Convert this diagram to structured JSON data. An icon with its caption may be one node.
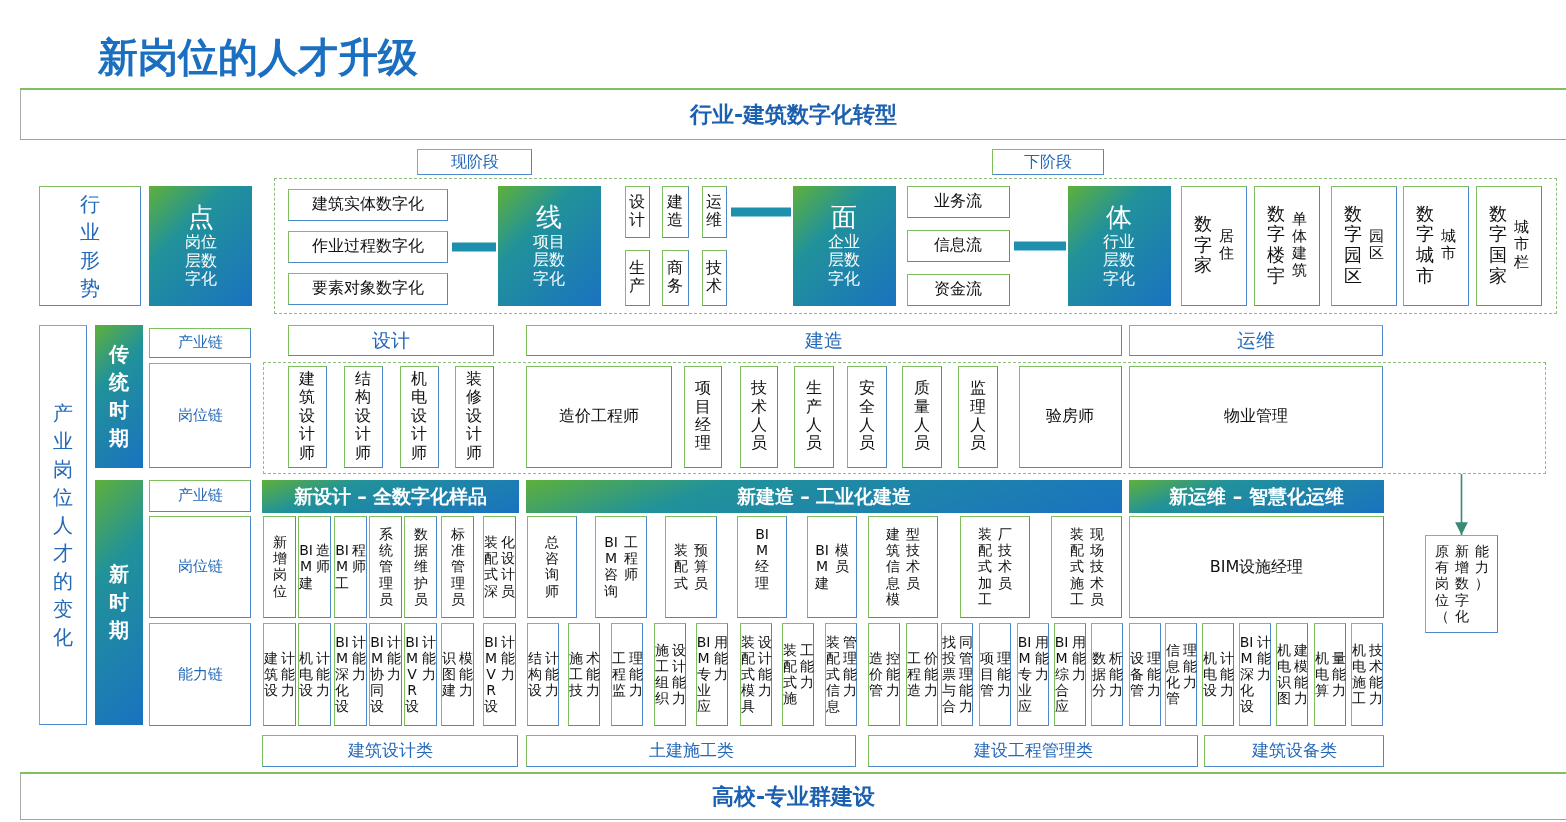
{
  "diagram": {
    "title": "新岗位的人才升级",
    "nodes": [
      {
        "text": [
          "行业-建筑数字化转型"
        ]
      },
      {
        "text": [
          "现阶段"
        ]
      },
      {
        "text": [
          "下阶段"
        ]
      },
      {
        "text": [
          "行业形势"
        ]
      },
      {
        "text": [
          "点",
          "岗位层数字化"
        ]
      },
      {
        "text": [],
        "shape": "box"
      },
      {
        "text": [
          "建筑实体数字化"
        ],
        "in": 5
      },
      {
        "text": [
          "作业过程数字化"
        ],
        "in": 5
      },
      {
        "text": [
          "要素对象数字化"
        ],
        "in": 5
      },
      {
        "text": [
          "线",
          "项目层数字化"
        ],
        "in": 5
      },
      {
        "text": [
          "设计"
        ],
        "in": 5
      },
      {
        "text": [
          "建造"
        ],
        "in": 5
      },
      {
        "text": [
          "运维"
        ],
        "in": 5
      },
      {
        "text": [
          "生产"
        ],
        "in": 5
      },
      {
        "text": [
          "商务"
        ],
        "in": 5
      },
      {
        "text": [
          "技术"
        ],
        "in": 5
      },
      {
        "text": [
          "面",
          "企业层数字化"
        ],
        "in": 5
      },
      {
        "text": [
          "业务流"
        ],
        "in": 5
      },
      {
        "text": [
          "信息流"
        ],
        "in": 5
      },
      {
        "text": [
          "资金流"
        ],
        "in": 5
      },
      {
        "text": [
          "体",
          "行业层数字化"
        ],
        "in": 5
      },
      {
        "text": [
          "数字家",
          "居住"
        ],
        "in": 5
      },
      {
        "text": [
          "数字楼宇",
          "单体建筑"
        ],
        "in": 5
      },
      {
        "text": [
          "数字园区",
          "园区"
        ],
        "in": 5
      },
      {
        "text": [
          "数字城市",
          "城市"
        ],
        "in": 5
      },
      {
        "text": [
          "数字国家",
          "城市栏"
        ],
        "in": 5
      },
      {
        "text": [
          "产业岗位人才的变化"
        ]
      },
      {
        "text": [
          "传统时期"
        ]
      },
      {
        "text": [
          "产业链"
        ]
      },
      {
        "text": [
          "岗位链"
        ]
      },
      {
        "text": [
          "设计"
        ]
      },
      {
        "text": [
          "建造"
        ]
      },
      {
        "text": [
          "运维"
        ]
      },
      {
        "text": [],
        "shape": "box"
      },
      {
        "text": [
          "建筑设计师"
        ],
        "in": 33
      },
      {
        "text": [
          "结构设计师"
        ],
        "in": 33
      },
      {
        "text": [
          "机电设计师"
        ],
        "in": 33
      },
      {
        "text": [
          "装修设计师"
        ],
        "in": 33
      },
      {
        "text": [
          "造价工程师"
        ],
        "in": 33
      },
      {
        "text": [
          "项目经理"
        ],
        "in": 33
      },
      {
        "text": [
          "技术人员"
        ],
        "in": 33
      },
      {
        "text": [
          "生产人员"
        ],
        "in": 33
      },
      {
        "text": [
          "安全人员"
        ],
        "in": 33
      },
      {
        "text": [
          "质量人员"
        ],
        "in": 33
      },
      {
        "text": [
          "监理人员"
        ],
        "in": 33
      },
      {
        "text": [
          "验房师"
        ],
        "in": 33
      },
      {
        "text": [
          "物业管理"
        ],
        "in": 33
      },
      {
        "text": [
          "新时期"
        ]
      },
      {
        "text": [
          "产业链"
        ]
      },
      {
        "text": [
          "岗位链"
        ]
      },
      {
        "text": [
          "能力链"
        ]
      },
      {
        "text": [
          "新设计 – 全数字化样品"
        ]
      },
      {
        "text": [
          "新建造 – 工业化建造"
        ]
      },
      {
        "text": [
          "新运维 – 智慧化运维"
        ]
      },
      {
        "text": [
          "新增岗位"
        ]
      },
      {
        "text": [
          "BIM建造师"
        ]
      },
      {
        "text": [
          "BIM工程师"
        ]
      },
      {
        "text": [
          "系统管理员"
        ]
      },
      {
        "text": [
          "数据维护员"
        ]
      },
      {
        "text": [
          "标准管理员"
        ]
      },
      {
        "text": [
          "装配式深化设计员"
        ]
      },
      {
        "text": [
          "总咨询师"
        ]
      },
      {
        "text": [
          "BIM咨询工程师"
        ]
      },
      {
        "text": [
          "装配式预算员"
        ]
      },
      {
        "text": [
          "BIM经理"
        ]
      },
      {
        "text": [
          "BIM建模员"
        ]
      },
      {
        "text": [
          "建筑信息模型技术员"
        ]
      },
      {
        "text": [
          "装配式加工厂技术员"
        ]
      },
      {
        "text": [
          "装配式施工现场技术员"
        ]
      },
      {
        "text": [
          "BIM设施经理"
        ]
      },
      {
        "text": [
          "原有岗位（新增数字化能力）"
        ]
      },
      {
        "text": [
          "建筑设计能力"
        ]
      },
      {
        "text": [
          "机电设计能力"
        ]
      },
      {
        "text": [
          "BIM深化设计能力"
        ]
      },
      {
        "text": [
          "BIM协同设计能力"
        ]
      },
      {
        "text": [
          "BIMVR设计能力"
        ]
      },
      {
        "text": [
          "识图建模能力"
        ]
      },
      {
        "text": [
          "BIMVR设计能力"
        ]
      },
      {
        "text": [
          "结构设计能力"
        ]
      },
      {
        "text": [
          "施工技术能力"
        ]
      },
      {
        "text": [
          "工程监理能力"
        ]
      },
      {
        "text": [
          "施工组织设计能力"
        ]
      },
      {
        "text": [
          "BIM专业应用能力"
        ]
      },
      {
        "text": [
          "装配式模具设计能力"
        ]
      },
      {
        "text": [
          "装配式施工能力"
        ]
      },
      {
        "text": [
          "装配式信息管理能力"
        ]
      },
      {
        "text": [
          "造价管控能力"
        ]
      },
      {
        "text": [
          "工程造价能力"
        ]
      },
      {
        "text": [
          "找投票与合同管理能力"
        ]
      },
      {
        "text": [
          "项目管理能力"
        ]
      },
      {
        "text": [
          "BIM专业应用能力"
        ]
      },
      {
        "text": [
          "BIM综合应用能力"
        ]
      },
      {
        "text": [
          "数据分析能力"
        ]
      },
      {
        "text": [
          "设备管理能力"
        ]
      },
      {
        "text": [
          "信息化管理能力"
        ]
      },
      {
        "text": [
          "机电设计能力"
        ]
      },
      {
        "text": [
          "BIM深化设计能力"
        ]
      },
      {
        "text": [
          "机电识图建模能力"
        ]
      },
      {
        "text": [
          "机电算量能力"
        ]
      },
      {
        "text": [
          "机电施工技术能力"
        ]
      },
      {
        "text": [
          "建筑设计类"
        ]
      },
      {
        "text": [
          "土建施工类"
        ]
      },
      {
        "text": [
          "建设工程管理类"
        ]
      },
      {
        "text": [
          "建筑设备类"
        ]
      },
      {
        "text": [
          "高校-专业群建设"
        ]
      }
    ],
    "edges": [
      {
        "from": 7,
        "to": 9,
        "arrow": "none"
      },
      {
        "from": 12,
        "to": 16,
        "arrow": "none"
      },
      {
        "from": 18,
        "to": 20,
        "arrow": "none"
      },
      {
        "from": 33,
        "to": 70,
        "arrow": "to",
        "color": "#3b8a78"
      }
    ]
  }
}
